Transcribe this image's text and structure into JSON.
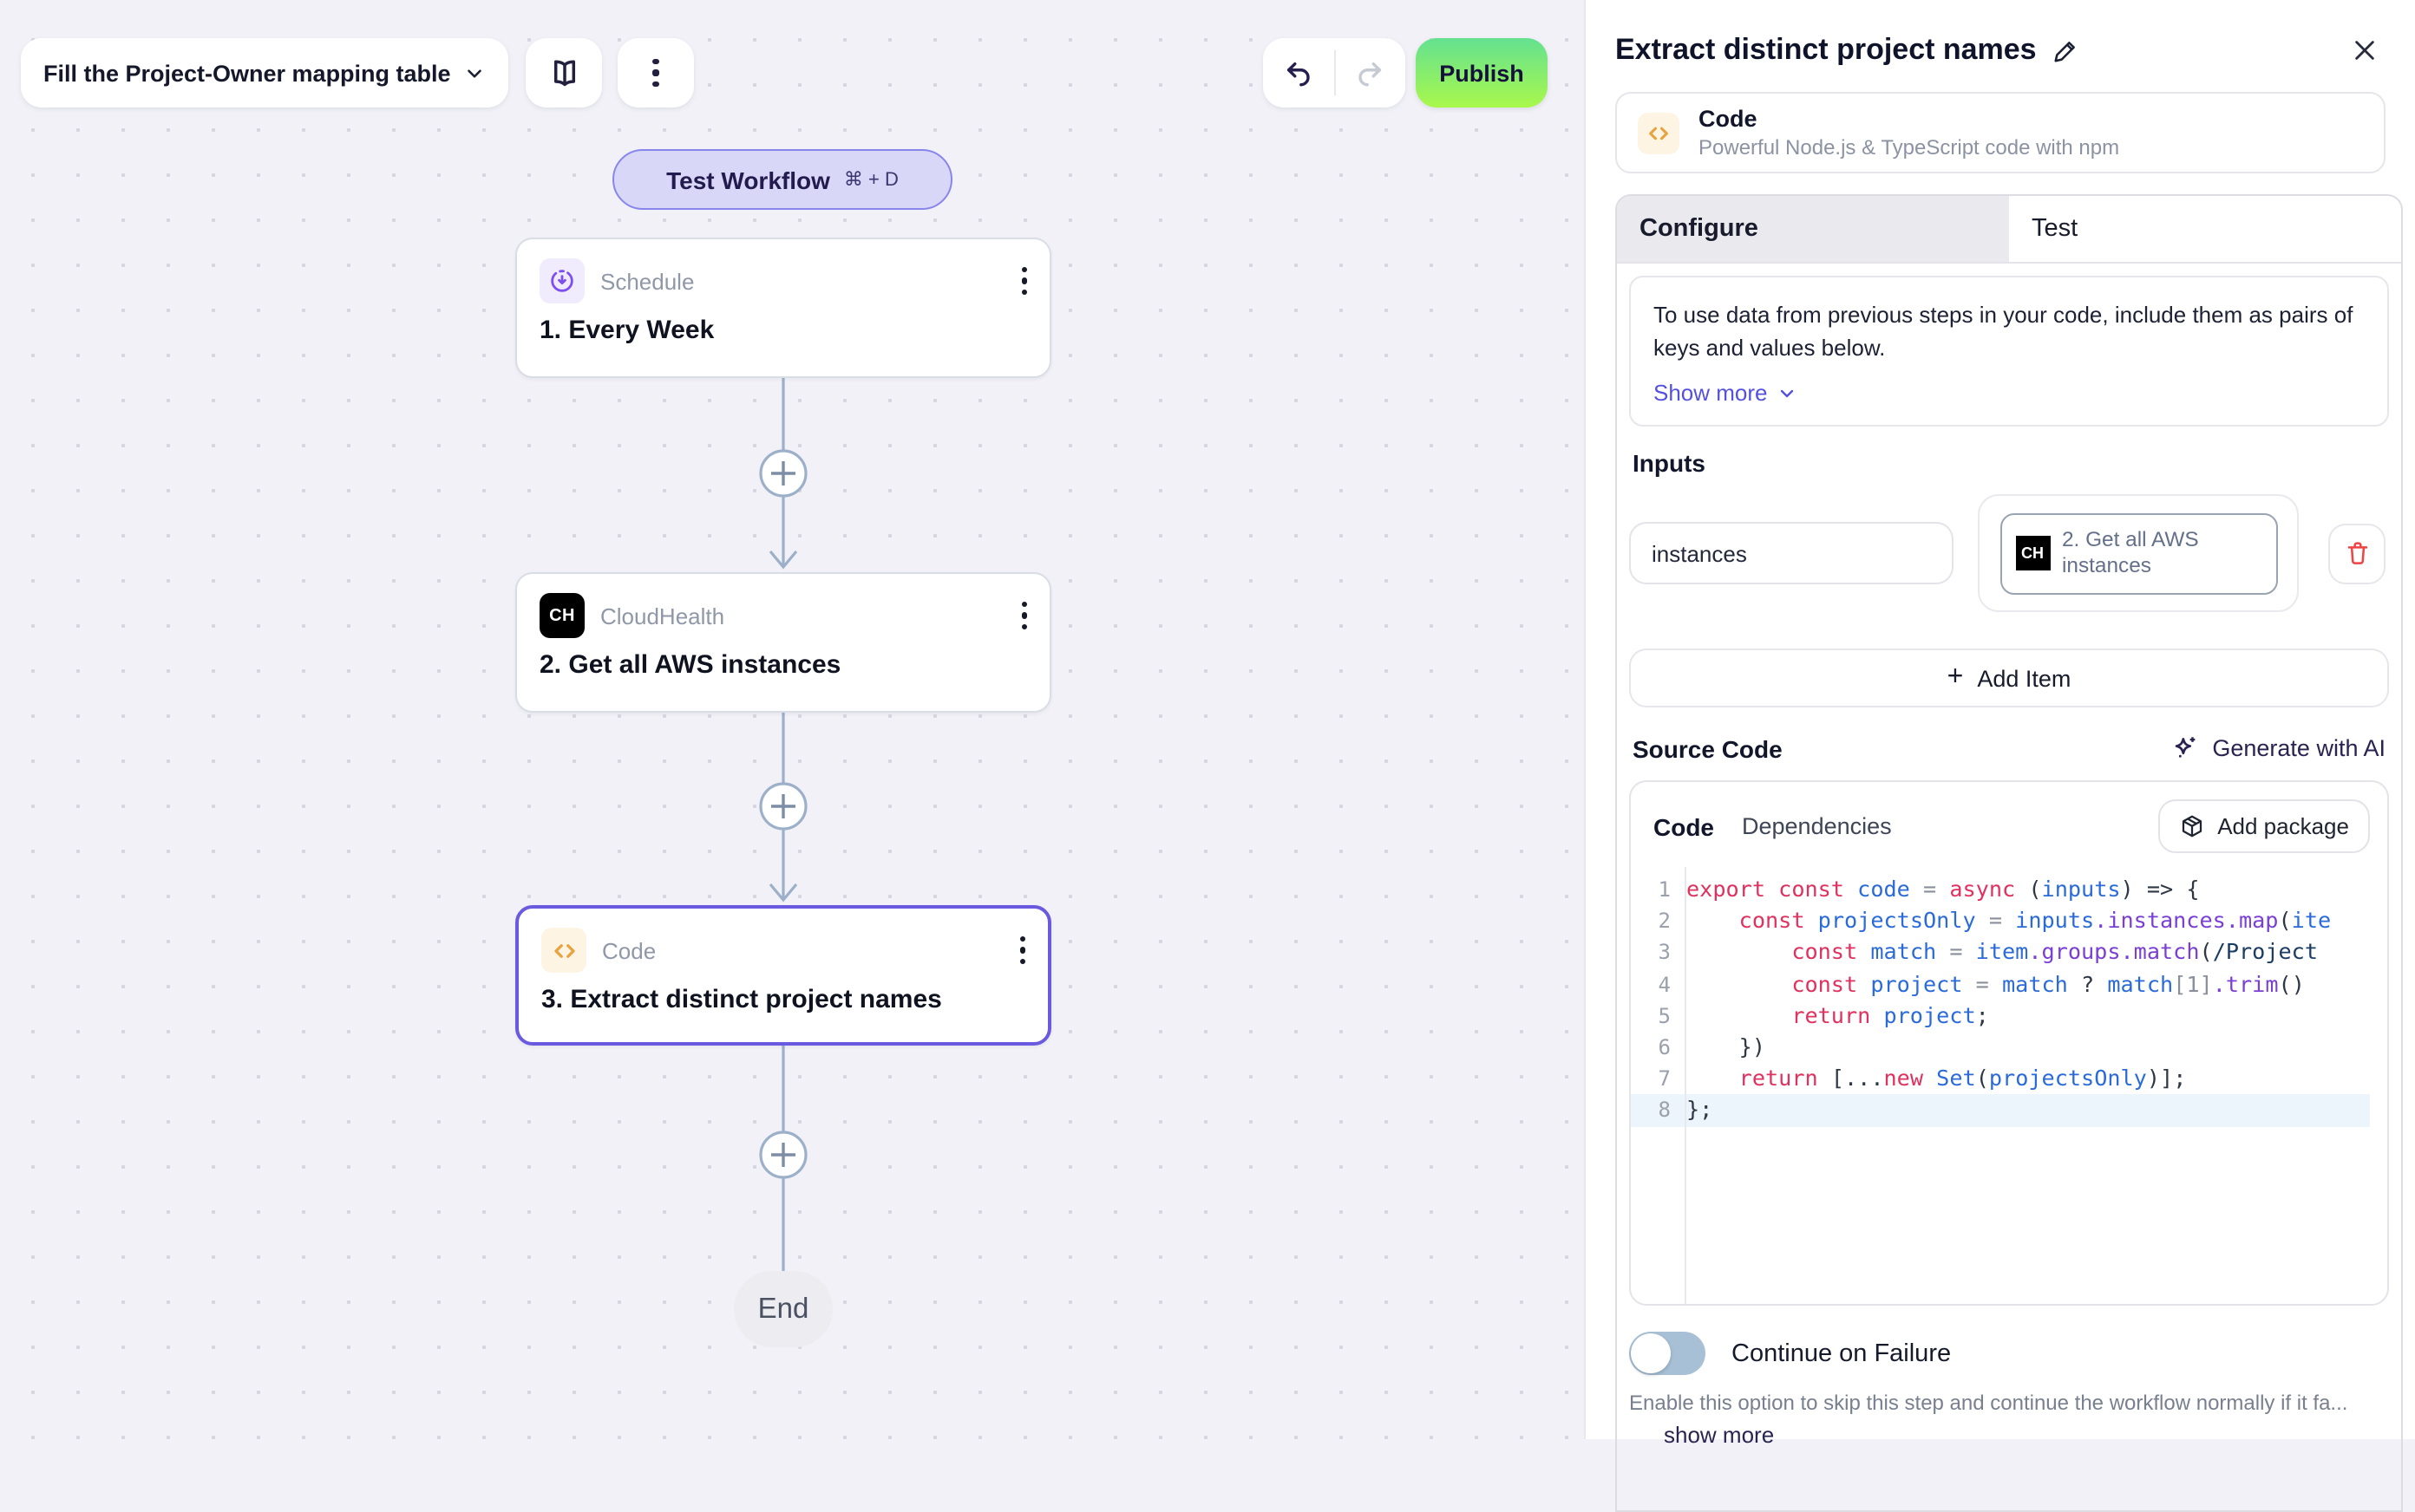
{
  "toolbar": {
    "workflow_selector_label": "Fill the Project-Owner mapping table",
    "publish_label": "Publish"
  },
  "canvas": {
    "test_workflow": {
      "label": "Test Workflow",
      "shortcut": "⌘ + D"
    },
    "nodes": [
      {
        "app": "Schedule",
        "title": "1. Every Week",
        "icon": "schedule-clock-icon"
      },
      {
        "app": "CloudHealth",
        "title": "2. Get all AWS instances",
        "icon": "cloudhealth-badge",
        "badge": "CH"
      },
      {
        "app": "Code",
        "title": "3. Extract distinct project names",
        "icon": "code-brackets-icon"
      }
    ],
    "end_label": "End"
  },
  "panel": {
    "title": "Extract distinct project names",
    "step": {
      "name": "Code",
      "description": "Powerful Node.js & TypeScript code with npm"
    },
    "tabs": {
      "configure": "Configure",
      "test": "Test"
    },
    "info": {
      "text": "To use data from previous steps in your code, include them as pairs of keys and values below.",
      "show_more": "Show more"
    },
    "inputs": {
      "label": "Inputs",
      "key_value": "instances",
      "mapped_step_badge": "CH",
      "mapped_step": "2. Get all AWS instances",
      "add_item": "Add Item"
    },
    "source_code": {
      "label": "Source Code",
      "generate_with_ai": "Generate with AI",
      "tab_code": "Code",
      "tab_dependencies": "Dependencies",
      "add_package": "Add package",
      "active_line": 8,
      "lines": [
        [
          [
            "export const",
            "kw"
          ],
          [
            " code",
            "id"
          ],
          [
            " =",
            "op"
          ],
          [
            " async",
            "kw"
          ],
          [
            " (",
            "pu"
          ],
          [
            "inputs",
            "id"
          ],
          [
            ")",
            "pu"
          ],
          [
            " => {",
            "pu"
          ]
        ],
        [
          [
            "    const",
            "kw"
          ],
          [
            " projectsOnly",
            "id"
          ],
          [
            " =",
            "op"
          ],
          [
            " inputs",
            "id"
          ],
          [
            ".instances.map",
            "pr"
          ],
          [
            "(",
            "pu"
          ],
          [
            "ite",
            "id"
          ]
        ],
        [
          [
            "        const",
            "kw"
          ],
          [
            " match",
            "id"
          ],
          [
            " =",
            "op"
          ],
          [
            " item",
            "id"
          ],
          [
            ".groups.match",
            "pr"
          ],
          [
            "(",
            "pu"
          ],
          [
            "/Project",
            "rx"
          ]
        ],
        [
          [
            "        const",
            "kw"
          ],
          [
            " project",
            "id"
          ],
          [
            " =",
            "op"
          ],
          [
            " match",
            "id"
          ],
          [
            " ?",
            "pu"
          ],
          [
            " match",
            "id"
          ],
          [
            "[1]",
            "op"
          ],
          [
            ".trim",
            "pr"
          ],
          [
            "()",
            "pu"
          ]
        ],
        [
          [
            "        return",
            "kw"
          ],
          [
            " project",
            "id"
          ],
          [
            ";",
            "pu"
          ]
        ],
        [
          [
            "    })",
            "pu"
          ]
        ],
        [
          [
            "    return",
            "kw"
          ],
          [
            " [...",
            "pu"
          ],
          [
            "new",
            "kw"
          ],
          [
            " Set",
            "id"
          ],
          [
            "(",
            "pu"
          ],
          [
            "projectsOnly",
            "id"
          ],
          [
            ")];",
            "pu"
          ]
        ],
        [
          [
            "};",
            "pu"
          ]
        ]
      ]
    },
    "continue_on_failure": {
      "label": "Continue on Failure",
      "enabled": false,
      "description": "Enable this option to skip this step and continue the workflow normally if it fa...",
      "show_more": "show more"
    }
  },
  "colors": {
    "accent": "#6a5ae0",
    "accent2": "#5551e0",
    "publish_gradient_top": "#64e191",
    "publish_gradient_bottom": "#a9f84b",
    "danger": "#f04444",
    "toggle_off": "#a8c0d6",
    "active_line": "#edf5fc",
    "code_keyword": "#e0315f",
    "code_identifier": "#2b6bd9",
    "code_property": "#7a3fd4",
    "code_regex": "#1c3d63",
    "code_punctuation": "#2e3744",
    "code_operator": "#8a909b"
  }
}
